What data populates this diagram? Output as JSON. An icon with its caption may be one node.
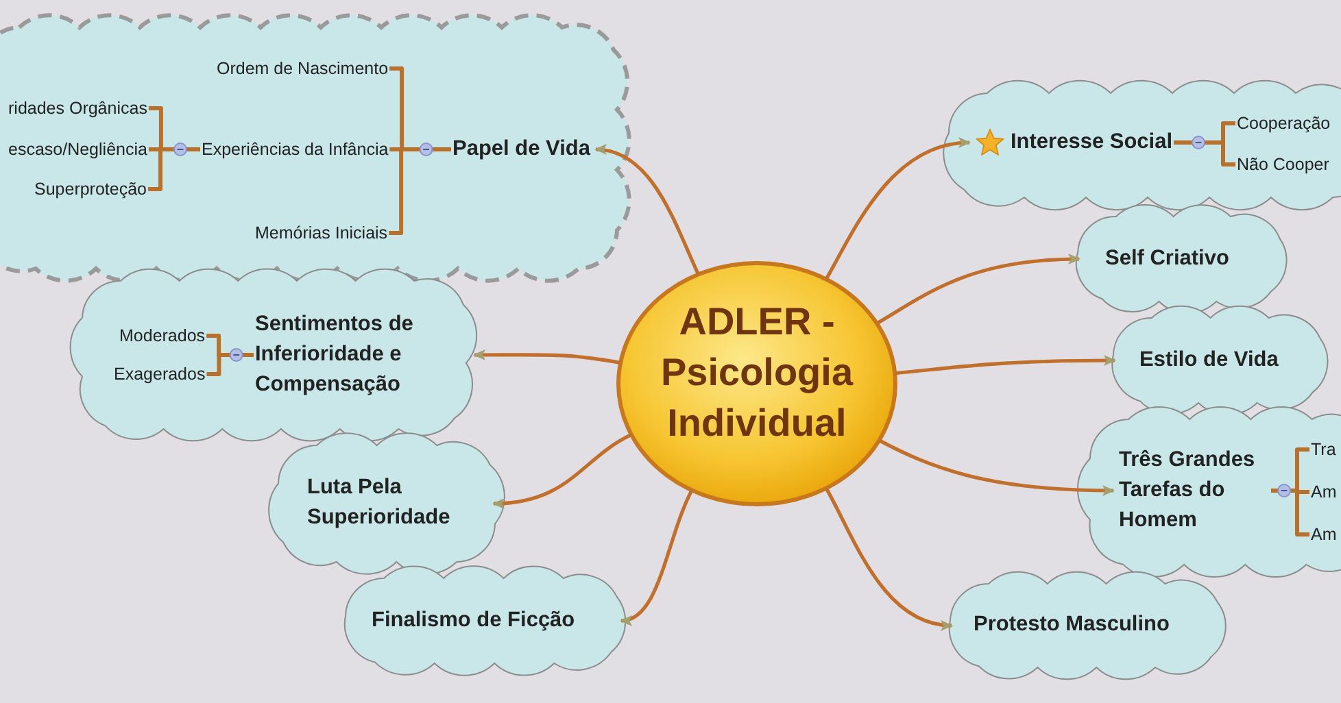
{
  "diagram": {
    "nodes": [
      {
        "text": [
          "ADLER - Psicologia Individual"
        ]
      },
      {
        "text": [],
        "shape": "cloud"
      },
      {
        "text": [
          "Papel de Vida"
        ],
        "in": 1
      },
      {
        "text": [
          "Ordem de Nascimento"
        ],
        "in": 1
      },
      {
        "text": [
          "Experiências da Infância"
        ],
        "in": 1
      },
      {
        "text": [
          "ridades Orgânicas"
        ],
        "in": 1
      },
      {
        "text": [
          "escaso/Negliência"
        ],
        "in": 1
      },
      {
        "text": [
          "Superproteção"
        ],
        "in": 1
      },
      {
        "text": [
          "Memórias Iniciais"
        ],
        "in": 1
      },
      {
        "text": [],
        "shape": "cloud"
      },
      {
        "text": [
          "Sentimentos de Inferioridade e Compensação"
        ],
        "in": 9
      },
      {
        "text": [
          "Moderados"
        ],
        "in": 9
      },
      {
        "text": [
          "Exagerados"
        ],
        "in": 9
      },
      {
        "text": [
          "Luta Pela Superioridade"
        ]
      },
      {
        "text": [
          "Finalismo de Ficção"
        ]
      },
      {
        "text": [],
        "shape": "cloud"
      },
      {
        "text": [
          "Interesse Social"
        ],
        "in": 15
      },
      {
        "text": [
          "Cooperação"
        ],
        "in": 15
      },
      {
        "text": [
          "Não Cooper"
        ],
        "in": 15
      },
      {
        "text": [
          "Self Criativo"
        ]
      },
      {
        "text": [
          "Estilo de Vida"
        ]
      },
      {
        "text": [],
        "shape": "cloud"
      },
      {
        "text": [
          "Três Grandes Tarefas do Homem"
        ],
        "in": 21
      },
      {
        "text": [
          "Tra"
        ],
        "in": 21
      },
      {
        "text": [
          "Am"
        ],
        "in": 21
      },
      {
        "text": [
          "Am"
        ],
        "in": 21
      },
      {
        "text": [
          "Protesto Masculino"
        ]
      }
    ],
    "edges": [
      {
        "from": 0,
        "to": 2,
        "arrow": "to"
      },
      {
        "from": 0,
        "to": 10,
        "arrow": "to"
      },
      {
        "from": 0,
        "to": 13,
        "arrow": "to"
      },
      {
        "from": 0,
        "to": 14,
        "arrow": "to"
      },
      {
        "from": 0,
        "to": 16,
        "arrow": "to"
      },
      {
        "from": 0,
        "to": 19,
        "arrow": "to"
      },
      {
        "from": 0,
        "to": 20,
        "arrow": "to"
      },
      {
        "from": 0,
        "to": 22,
        "arrow": "to"
      },
      {
        "from": 0,
        "to": 26,
        "arrow": "to"
      },
      {
        "from": 2,
        "to": 3,
        "arrow": "none"
      },
      {
        "from": 2,
        "to": 4,
        "arrow": "none"
      },
      {
        "from": 2,
        "to": 8,
        "arrow": "none"
      },
      {
        "from": 4,
        "to": 5,
        "arrow": "none"
      },
      {
        "from": 4,
        "to": 6,
        "arrow": "none"
      },
      {
        "from": 4,
        "to": 7,
        "arrow": "none"
      },
      {
        "from": 10,
        "to": 11,
        "arrow": "none"
      },
      {
        "from": 10,
        "to": 12,
        "arrow": "none"
      },
      {
        "from": 16,
        "to": 17,
        "arrow": "none"
      },
      {
        "from": 16,
        "to": 18,
        "arrow": "none"
      },
      {
        "from": 22,
        "to": 23,
        "arrow": "none"
      },
      {
        "from": 22,
        "to": 24,
        "arrow": "none"
      },
      {
        "from": 22,
        "to": 25,
        "arrow": "none"
      }
    ]
  }
}
